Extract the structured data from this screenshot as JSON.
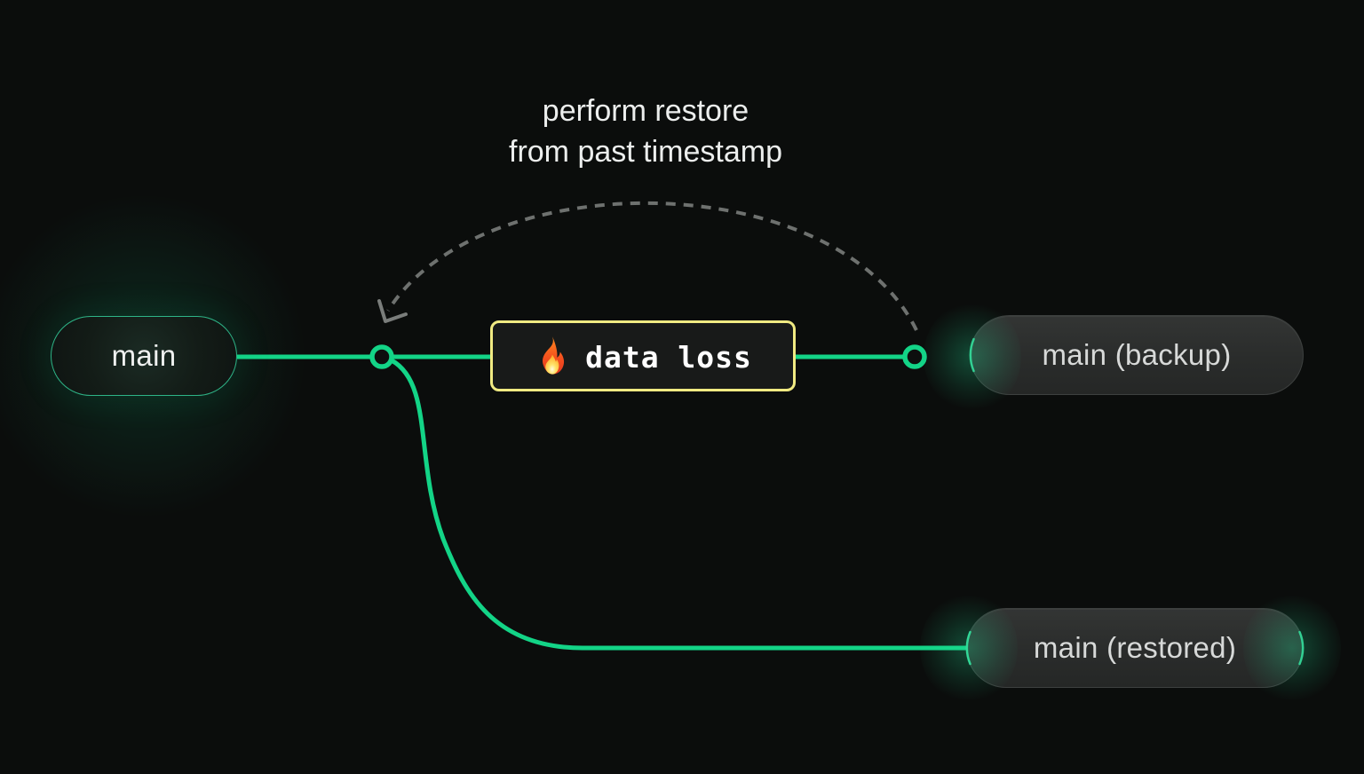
{
  "title": {
    "line1": "perform restore",
    "line2": "from past timestamp"
  },
  "nodes": {
    "main": {
      "label": "main"
    },
    "backup": {
      "label": "main (backup)"
    },
    "restored": {
      "label": "main (restored)"
    }
  },
  "event": {
    "label": "data loss",
    "icon": "fire-icon"
  },
  "colors": {
    "background": "#0b0d0c",
    "branch_green": "#13d487",
    "node_border_green": "#2eb487",
    "event_border_yellow": "#f0ea82",
    "arc_gray": "#6e716f",
    "text_light": "#eceeed",
    "pill_background": "#2c2e2d",
    "pill_border": "#3d403f"
  }
}
